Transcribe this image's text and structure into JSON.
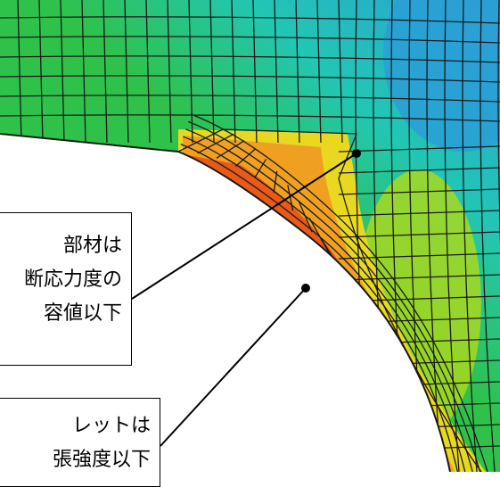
{
  "callouts": {
    "member": {
      "lines": [
        "部材は",
        "断応力度の",
        "容値以下"
      ]
    },
    "fillet": {
      "lines": [
        "レットは",
        "張強度以下"
      ]
    }
  },
  "colors": {
    "mesh_line": "#1a1a1a",
    "blue": "#2a9fd6",
    "cyan": "#22c6b4",
    "green": "#2fc24a",
    "lime": "#a8d820",
    "yellow": "#e8d820",
    "orange": "#f0a020",
    "dark_orange": "#e85a18",
    "red": "#d81818",
    "void": "#ffffff"
  }
}
